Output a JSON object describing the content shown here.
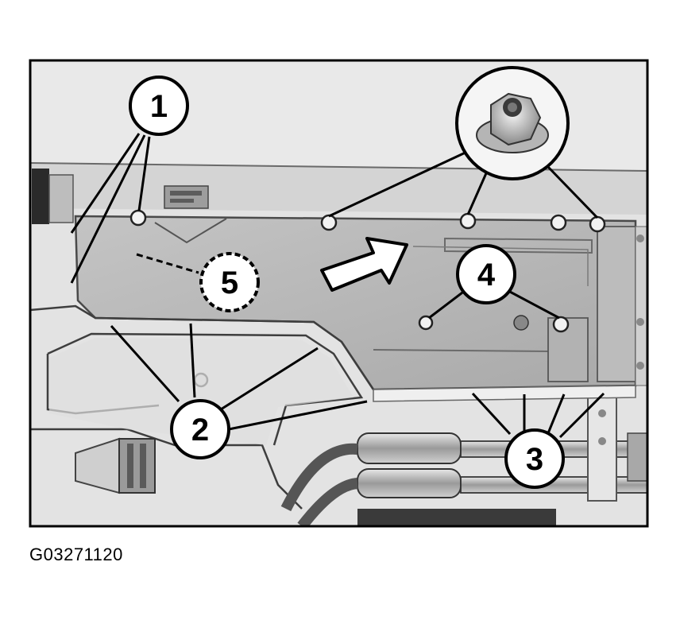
{
  "figure": {
    "id_label": "G03271120",
    "callouts": [
      "1",
      "2",
      "3",
      "4",
      "5"
    ],
    "direction_arrow": "arrow-icon",
    "fastener_detail": "flange-nut-icon"
  }
}
